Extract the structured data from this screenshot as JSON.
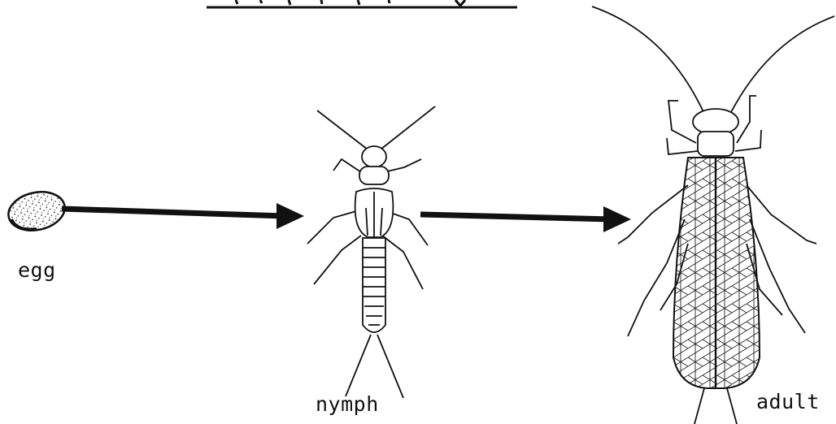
{
  "stages": [
    {
      "id": "egg",
      "label": "egg"
    },
    {
      "id": "nymph",
      "label": "nymph"
    },
    {
      "id": "adult",
      "label": "adult"
    }
  ],
  "colors": {
    "ink": "#111111",
    "background": "#ffffff"
  }
}
